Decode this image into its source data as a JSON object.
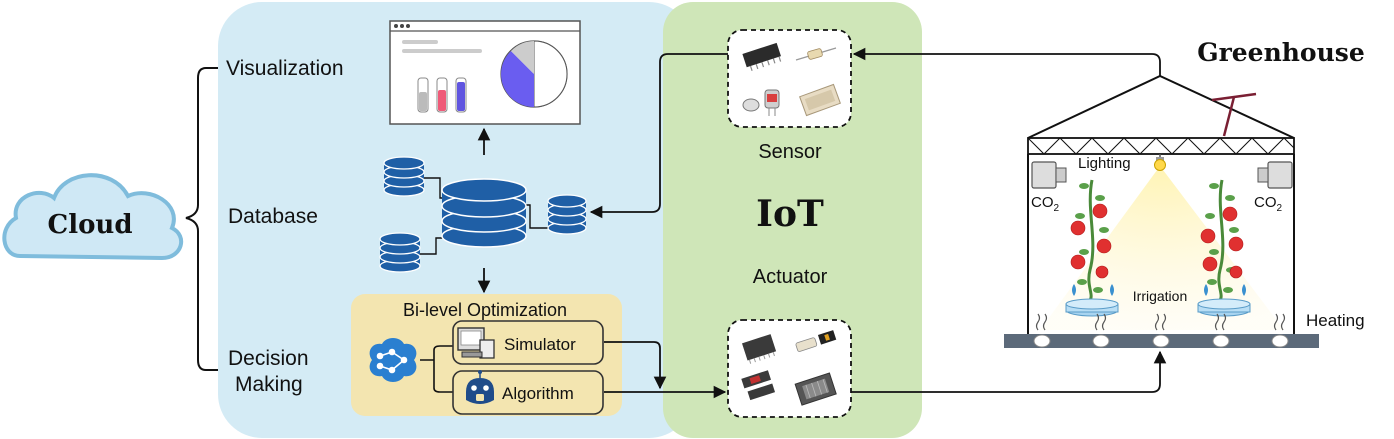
{
  "cloud": {
    "label": "Cloud"
  },
  "cloud_layers": {
    "visualization": "Visualization",
    "database": "Database",
    "decision_making_line1": "Decision",
    "decision_making_line2": "Making"
  },
  "optimization": {
    "title": "Bi-level Optimization",
    "simulator": "Simulator",
    "algorithm": "Algorithm"
  },
  "iot": {
    "title": "IoT",
    "sensor": "Sensor",
    "actuator": "Actuator"
  },
  "greenhouse": {
    "title": "Greenhouse",
    "lighting": "Lighting",
    "co2_left": "CO",
    "co2_right": "CO",
    "co2_subscript": "2",
    "irrigation": "Irrigation",
    "heating": "Heating"
  },
  "colors": {
    "cloud_panel": "#d4ebf5",
    "iot_panel": "#cfe6b8",
    "optimization_box": "#f3e5b0",
    "database_blue": "#1f5fa6",
    "cloud_fill": "#cfe8f5",
    "cloud_stroke": "#7fbcdc"
  }
}
